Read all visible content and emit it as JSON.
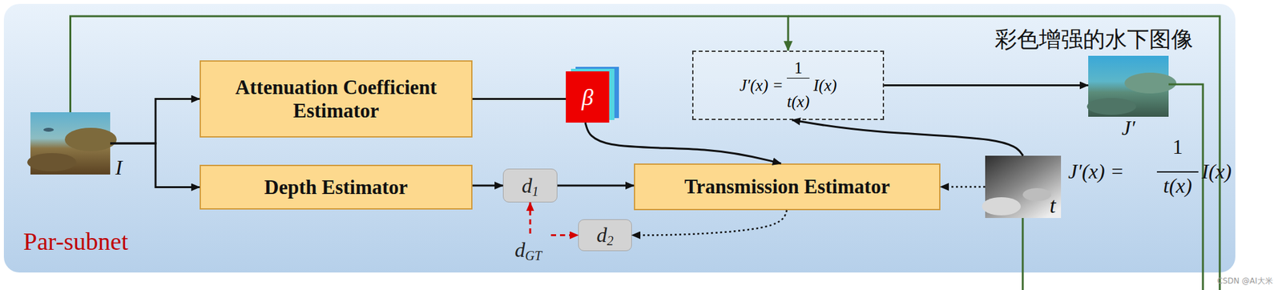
{
  "diagram": {
    "nodes": [
      {
        "text": [
          "Par-subnet"
        ]
      },
      {
        "text": [
          "I"
        ],
        "in": 0
      },
      {
        "text": [
          "Attenuation Coefficient Estimator"
        ],
        "in": 0
      },
      {
        "text": [
          "Depth Estimator"
        ],
        "in": 0
      },
      {
        "text": [
          "β"
        ],
        "in": 0
      },
      {
        "text": [
          "d",
          "1"
        ],
        "in": 0
      },
      {
        "text": [
          "d",
          "GT"
        ],
        "in": 0
      },
      {
        "text": [
          "d",
          "2"
        ],
        "in": 0
      },
      {
        "text": [
          "Transmission Estimator"
        ],
        "in": 0
      },
      {
        "text": [
          "J′(x) =",
          "1",
          "t(x)",
          "I(x)"
        ],
        "in": 0
      },
      {
        "text": [
          "t"
        ],
        "in": 0
      },
      {
        "text": [
          "J′"
        ],
        "in": 0
      }
    ],
    "edges": [
      {
        "from": 1,
        "to": 2,
        "arrow": "to"
      },
      {
        "from": 1,
        "to": 3,
        "arrow": "to"
      },
      {
        "from": 2,
        "to": 4,
        "arrow": "none"
      },
      {
        "from": 3,
        "to": 5,
        "arrow": "to"
      },
      {
        "from": 5,
        "to": 8,
        "arrow": "to"
      },
      {
        "from": 4,
        "to": 8,
        "arrow": "to"
      },
      {
        "from": 6,
        "to": 5,
        "arrow": "to"
      },
      {
        "from": 6,
        "to": 7,
        "arrow": "to"
      },
      {
        "from": 8,
        "to": 7,
        "arrow": "to"
      },
      {
        "from": 10,
        "to": 8,
        "arrow": "to"
      },
      {
        "from": 10,
        "to": 9,
        "arrow": "to"
      },
      {
        "from": 9,
        "to": 11,
        "arrow": "to"
      },
      {
        "from": 1,
        "to": 9,
        "arrow": "to"
      }
    ],
    "labels": [
      "彩色增强的水下图像",
      "J′(x) =",
      "1",
      "t(x)",
      "I(x)",
      "CSDN @AI大米"
    ]
  }
}
